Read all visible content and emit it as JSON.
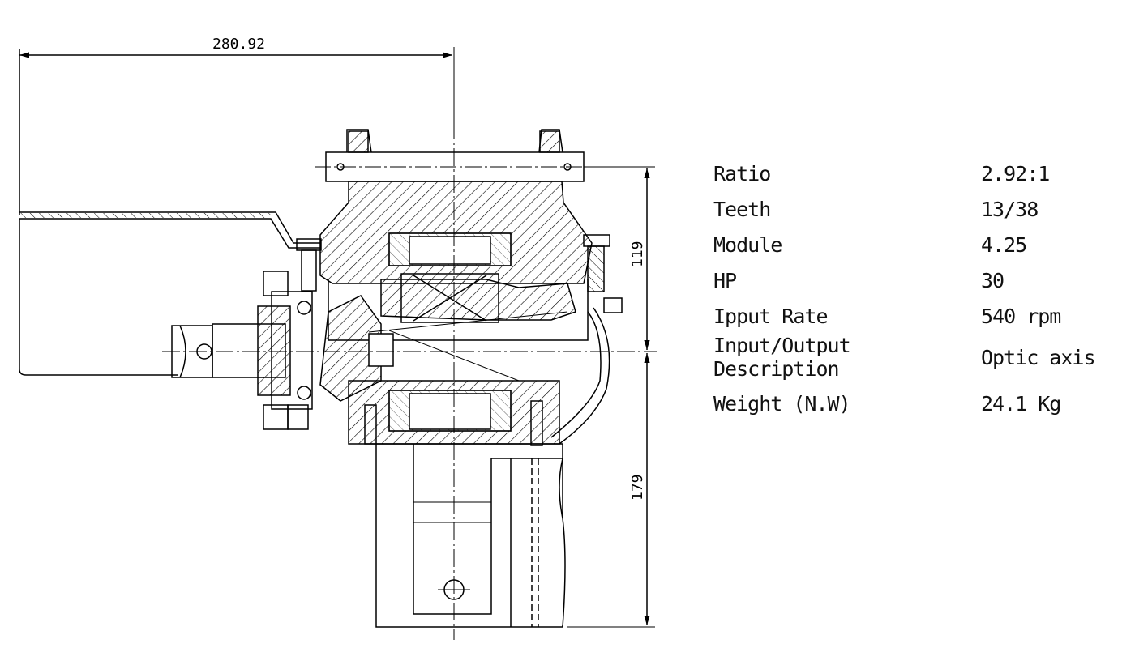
{
  "dimensions": {
    "overall_width": "280.92",
    "upper_height": "119",
    "lower_height": "179"
  },
  "specs": [
    {
      "label": "Ratio",
      "value": "2.92:1"
    },
    {
      "label": "Teeth",
      "value": "13/38"
    },
    {
      "label": "Module",
      "value": "4.25"
    },
    {
      "label": "HP",
      "value": "30"
    },
    {
      "label": "Ipput Rate",
      "value": "540 rpm"
    },
    {
      "label": "Input/Output Description",
      "value": "Optic axis"
    },
    {
      "label": "Weight (N.W)",
      "value": "24.1 Kg"
    }
  ],
  "colors": {
    "line": "#000000",
    "background": "#ffffff"
  }
}
